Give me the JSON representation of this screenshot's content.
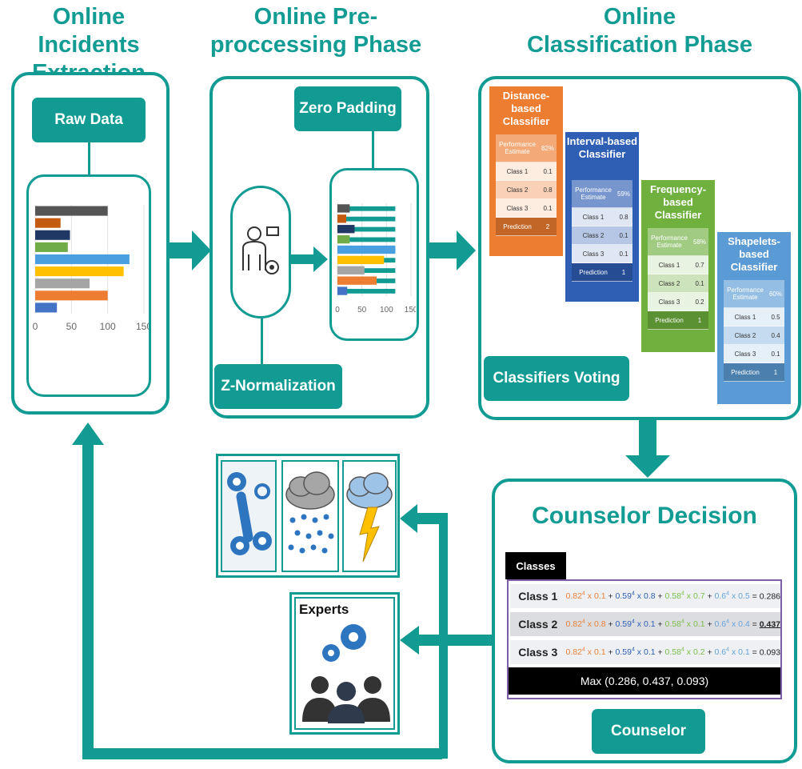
{
  "phases": {
    "extraction": {
      "title_line1": "Online Incidents",
      "title_line2": "Extraction Phase",
      "raw_data_label": "Raw Data"
    },
    "preprocessing": {
      "title_line1": "Online Pre-",
      "title_line2": "proccessing Phase",
      "zero_padding_label": "Zero Padding",
      "znorm_label": "Z-Normalization"
    },
    "classification": {
      "title_line1": "Online",
      "title_line2": "Classification Phase",
      "voting_label": "Classifiers Voting"
    }
  },
  "raw_chart": {
    "x_ticks": [
      "0",
      "50",
      "100",
      "150"
    ],
    "bars": [
      {
        "value": 100,
        "color": "#555555"
      },
      {
        "value": 35,
        "color": "#c55a11"
      },
      {
        "value": 48,
        "color": "#203864"
      },
      {
        "value": 45,
        "color": "#70ad47"
      },
      {
        "value": 130,
        "color": "#4a9fe0"
      },
      {
        "value": 122,
        "color": "#ffc000"
      },
      {
        "value": 75,
        "color": "#a5a5a5"
      },
      {
        "value": 100,
        "color": "#ed7d31"
      },
      {
        "value": 30,
        "color": "#4472c4"
      }
    ]
  },
  "padded_chart": {
    "x_ticks": [
      "0",
      "50",
      "100",
      "150"
    ],
    "bars": [
      {
        "value": 25,
        "color": "#555555"
      },
      {
        "value": 18,
        "color": "#c55a11"
      },
      {
        "value": 35,
        "color": "#203864"
      },
      {
        "value": 25,
        "color": "#70ad47"
      },
      {
        "value": 118,
        "color": "#4a9fe0"
      },
      {
        "value": 95,
        "color": "#ffc000"
      },
      {
        "value": 55,
        "color": "#a5a5a5"
      },
      {
        "value": 80,
        "color": "#ed7d31"
      },
      {
        "value": 20,
        "color": "#4472c4"
      }
    ],
    "pad_color": "#129b93"
  },
  "classifiers": [
    {
      "name_line1": "Distance-based",
      "name_line2": "Classifier",
      "color": "#ed7d31",
      "perf_label": "Performance Estimate",
      "perf": "82%",
      "rows": [
        [
          "Class 1",
          "0.1"
        ],
        [
          "Class 2",
          "0.8"
        ],
        [
          "Class 3",
          "0.1"
        ]
      ],
      "prediction_label": "Prediction",
      "prediction": "2"
    },
    {
      "name_line1": "Interval-based",
      "name_line2": "Classifier",
      "color": "#2f5fb4",
      "perf_label": "Performance Estimate",
      "perf": "59%",
      "rows": [
        [
          "Class 1",
          "0.8"
        ],
        [
          "Class 2",
          "0.1"
        ],
        [
          "Class 3",
          "0.1"
        ]
      ],
      "prediction_label": "Prediction",
      "prediction": "1"
    },
    {
      "name_line1": "Frequency-",
      "name_line2": "based Classifier",
      "color": "#6fb03f",
      "perf_label": "Performance Estimate",
      "perf": "58%",
      "rows": [
        [
          "Class 1",
          "0.7"
        ],
        [
          "Class 2",
          "0.1"
        ],
        [
          "Class 3",
          "0.2"
        ]
      ],
      "prediction_label": "Prediction",
      "prediction": "1"
    },
    {
      "name_line1": "Shapelets-",
      "name_line2": "based Classifier",
      "color": "#5b9bd5",
      "perf_label": "Performance Estimate",
      "perf": "60%",
      "rows": [
        [
          "Class 1",
          "0.5"
        ],
        [
          "Class 2",
          "0.4"
        ],
        [
          "Class 3",
          "0.1"
        ]
      ],
      "prediction_label": "Prediction",
      "prediction": "1"
    }
  ],
  "counselor": {
    "title": "Counselor Decision",
    "classes_header": "Classes",
    "rows": [
      {
        "cls": "Class 1",
        "t1": "0.82",
        "m1": "0.1",
        "t2": "0.59",
        "m2": "0.8",
        "t3": "0.58",
        "m3": "0.7",
        "t4": "0.6",
        "m4": "0.5",
        "result": "0.286"
      },
      {
        "cls": "Class 2",
        "t1": "0.82",
        "m1": "0.8",
        "t2": "0.59",
        "m2": "0.1",
        "t3": "0.58",
        "m3": "0.1",
        "t4": "0.6",
        "m4": "0.4",
        "result": "0.437"
      },
      {
        "cls": "Class 3",
        "t1": "0.82",
        "m1": "0.1",
        "t2": "0.59",
        "m2": "0.1",
        "t3": "0.58",
        "m3": "0.2",
        "t4": "0.6",
        "m4": "0.1",
        "result": "0.093"
      }
    ],
    "exp": "4",
    "times": "x",
    "plus": "+",
    "equals": "=",
    "max_label": "Max (0.286, 0.437, 0.093)",
    "counselor_label": "Counselor"
  },
  "outputs": {
    "experts_label": "Experts",
    "icons": [
      "maintenance-icon",
      "rain-cloud-icon",
      "storm-cloud-icon",
      "experts-group-icon"
    ]
  },
  "colors": {
    "teal": "#129b93",
    "title_teal": "#139c94"
  }
}
